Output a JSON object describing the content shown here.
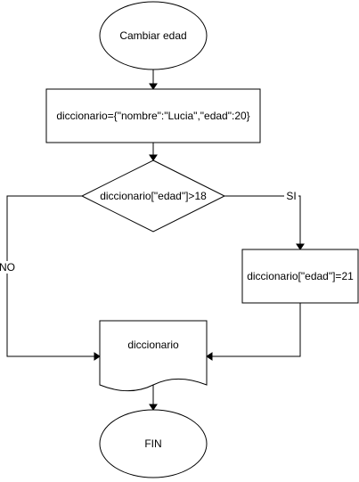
{
  "nodes": {
    "start": {
      "label": "Cambiar edad"
    },
    "assign_dict": {
      "label": "diccionario={\"nombre\":\"Lucia\",\"edad\":20}"
    },
    "decision": {
      "label": "diccionario[\"edad\"]>18"
    },
    "update_age": {
      "label": "diccionario[\"edad\"]=21"
    },
    "output_doc": {
      "label": "diccionario"
    },
    "end": {
      "label": "FIN"
    }
  },
  "edges": {
    "yes": {
      "label": "SI"
    },
    "no": {
      "label": "NO"
    }
  }
}
